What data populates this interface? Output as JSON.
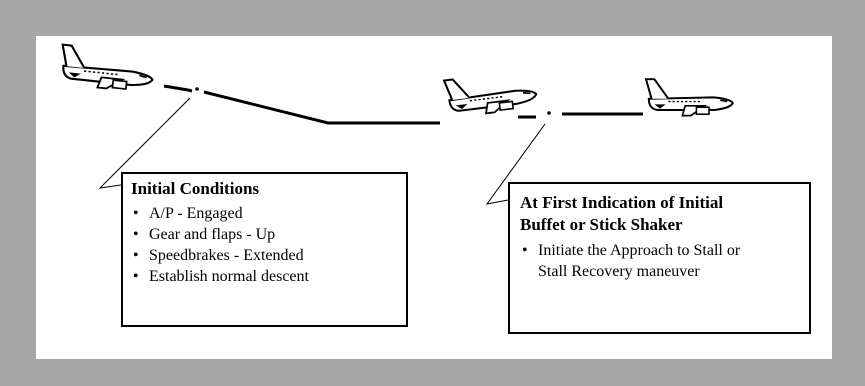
{
  "colors": {
    "background": "#a7a7a7",
    "panel": "#ffffff",
    "line": "#000000"
  },
  "callouts": {
    "initial": {
      "heading": "Initial Conditions",
      "items": [
        "A/P - Engaged",
        "Gear and flaps - Up",
        "Speedbrakes - Extended",
        "Establish normal descent"
      ]
    },
    "buffet": {
      "heading_line1": "At First Indication of Initial",
      "heading_line2": "Buffet or Stick Shaker",
      "items": [
        "Initiate the Approach to Stall or Stall Recovery maneuver"
      ]
    }
  },
  "icons": [
    "airplane-icon-cruise",
    "airplane-icon-descent",
    "airplane-icon-level"
  ]
}
